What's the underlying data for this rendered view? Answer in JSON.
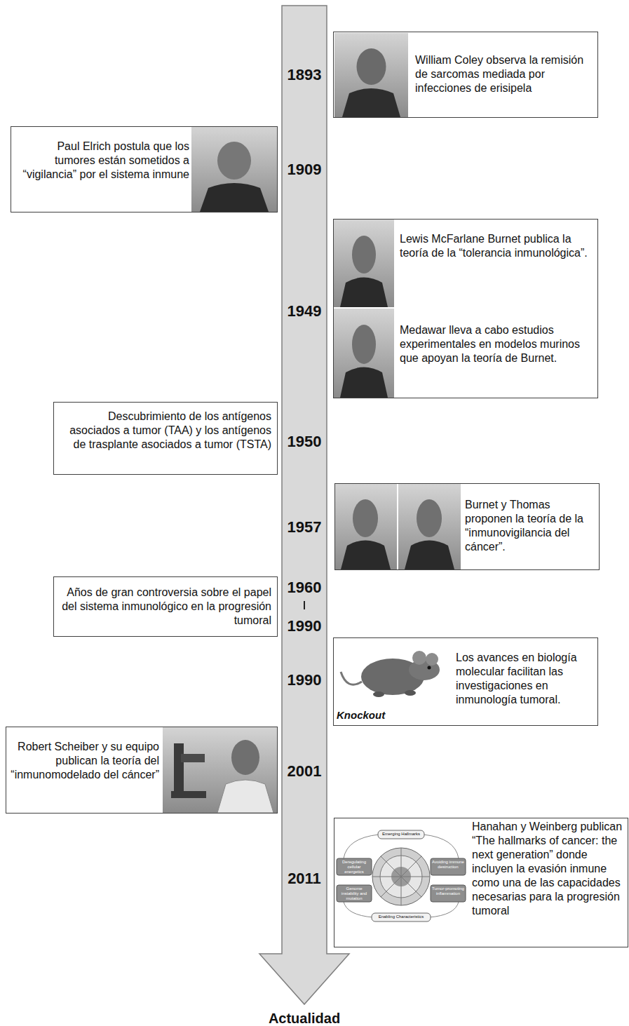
{
  "diagram": {
    "nodes": [
      {
        "text": [
          "William Coley observa la remisión de sarcomas mediada por infecciones de erisipela"
        ]
      },
      {
        "text": [
          "Paul Elrich postula que los tumores están sometidos a “vigilancia” por el sistema inmune"
        ]
      },
      {
        "text": [
          "Lewis McFarlane Burnet publica la teoría de la “tolerancia inmunológica”.",
          "Medawar lleva a cabo estudios experimentales en modelos murinos que apoyan la teoría de Burnet."
        ]
      },
      {
        "text": [
          "Descubrimiento de los antígenos asociados a tumor (TAA) y los antígenos de trasplante asociados a tumor (TSTA)"
        ]
      },
      {
        "text": [
          "Burnet y Thomas proponen la teoría de la “inmunovigilancia del cáncer”."
        ]
      },
      {
        "text": [
          "Años de gran controversia sobre el papel del sistema inmunológico en la progresión tumoral"
        ]
      },
      {
        "text": [
          "Los avances en biología molecular facilitan las investigaciones en inmunología tumoral.",
          "Knockout"
        ]
      },
      {
        "text": [
          "Robert Scheiber y su equipo publican la teoría del “inmunomodelado del cáncer”"
        ]
      },
      {
        "text": [
          "Hanahan y Weinberg publican “The hallmarks of cancer: the next generation” donde incluyen la evasión inmune como una de las capacidades necesarias para la progresión tumoral"
        ]
      }
    ],
    "labels": [
      "1893",
      "1909",
      "1949",
      "1950",
      "1957",
      "1960",
      "1990",
      "1990",
      "2001",
      "2011",
      "Emerging Hallmarks",
      "Deregulating cellular energetics",
      "Avoiding immune destruction",
      "Genome instability and mutation",
      "Tumor-promoting inflammation",
      "Enabling Characteristics",
      "Actualidad"
    ]
  }
}
